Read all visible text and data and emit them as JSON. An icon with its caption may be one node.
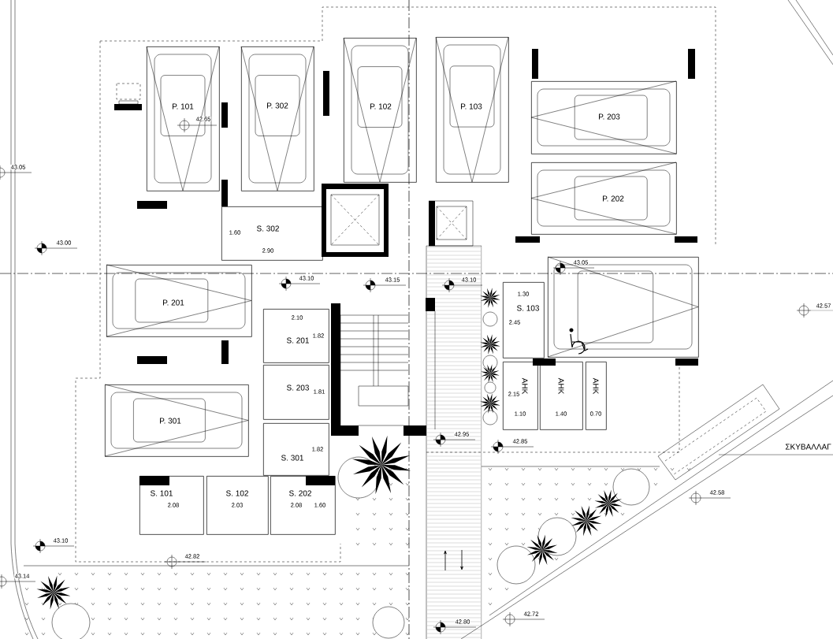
{
  "diagram": {
    "nodes": [
      {
        "text": [
          "P. 101"
        ]
      },
      {
        "text": [
          "P. 302"
        ]
      },
      {
        "text": [
          "P. 102"
        ]
      },
      {
        "text": [
          "P. 103"
        ]
      },
      {
        "text": [
          "P. 203"
        ]
      },
      {
        "text": [
          "P. 202"
        ]
      },
      {
        "text": [
          "S. 302"
        ]
      },
      {
        "text": [],
        "shape": "box"
      },
      {
        "text": [
          "P. 201"
        ]
      },
      {
        "text": [
          "S. 103"
        ]
      },
      {
        "text": [
          "S. 201"
        ]
      },
      {
        "text": [
          "ΑΗΚ"
        ]
      },
      {
        "text": [
          "ΑΗΚ"
        ]
      },
      {
        "text": [
          "ΑΗΚ"
        ]
      },
      {
        "text": [
          "S. 203"
        ]
      },
      {
        "text": [
          "P. 301"
        ]
      },
      {
        "text": [
          "S. 301"
        ]
      },
      {
        "text": [
          "S. 101"
        ]
      },
      {
        "text": [
          "S. 102"
        ]
      },
      {
        "text": [
          "S. 202"
        ]
      }
    ],
    "labels": [
      "42.65",
      "43.05",
      "1.60",
      "2.90",
      "43.00",
      "43.05",
      "43.10",
      "43.15",
      "43.10",
      "1.30",
      "42.57",
      "2.10",
      "2.45",
      "1.82",
      "1.81",
      "2.15",
      "1.10",
      "1.40",
      "0.70",
      "42.95",
      "42.85",
      "1.82",
      "ΣΚΥΒΑΛΛΑΓ",
      "42.58",
      "2.08",
      "2.03",
      "2.08",
      "1.60",
      "43.10",
      "42.82",
      "43.14",
      "42.72",
      "42.80"
    ]
  }
}
